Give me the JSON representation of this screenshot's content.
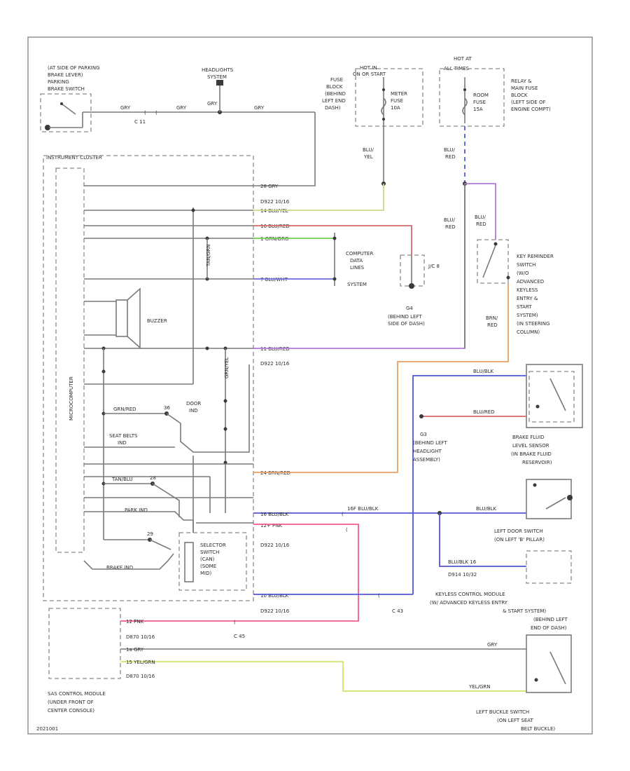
{
  "labels": {
    "parking_brake": [
      "(AT SIDE OF PARKING",
      "BRAKE LEVER)",
      "PARKING",
      "BRAKE SWITCH"
    ],
    "headlights": [
      "HEADLIGHTS",
      "SYSTEM"
    ],
    "hot_in_run_start": [
      "HOT IN",
      "ON OR START"
    ],
    "hot_at_all_times": [
      "HOT AT",
      "ALL TIMES"
    ],
    "fuse_block": [
      "FUSE",
      "BLOCK",
      "(BEHIND",
      "LEFT END",
      "DASH)"
    ],
    "meter_fuse": [
      "METER",
      "FUSE",
      "10A"
    ],
    "room_fuse": [
      "ROOM",
      "FUSE",
      "15A"
    ],
    "relay_block": [
      "RELAY &",
      "MAIN FUSE",
      "BLOCK",
      "(LEFT SIDE OF",
      "ENGINE COMPT)"
    ],
    "instrument_cluster": "INSTRUMENT CLUSTER",
    "buzzer": "BUZZER",
    "microcomputer": "MICROCOMPUTER",
    "computer_data_lines": [
      "COMPUTER",
      "DATA",
      "LINES",
      "SYSTEM"
    ],
    "ground_g4": [
      "G4",
      "(BEHIND LEFT",
      "SIDE OF DASH)"
    ],
    "jc_8": "J/C 8",
    "key_reminder": [
      "KEY REMINDER",
      "SWITCH",
      "(W/O",
      "ADVANCED",
      "KEYLESS",
      "ENTRY &",
      "START",
      "SYSTEM)",
      "(IN STEERING",
      "COLUMN)"
    ],
    "door_ind": [
      "DOOR",
      "IND"
    ],
    "seat_belts_ind": [
      "SEAT BELTS",
      "IND"
    ],
    "park_ind": "PARK IND",
    "brake_ind": "BRAKE IND",
    "selector_switch": [
      "SELECTOR",
      "SWITCH",
      "(CAN)",
      "(SOME",
      "MID)"
    ],
    "brake_fluid": [
      "BRAKE FLUID",
      "LEVEL SENSOR",
      "(IN BRAKE FLUID",
      "RESERVOIR)"
    ],
    "ground_g3": [
      "G3",
      "(BEHIND LEFT",
      "HEADLIGHT",
      "ASSEMBLY)"
    ],
    "left_door_switch": [
      "LEFT DOOR SWITCH",
      "(ON LEFT 'B' PILLAR)"
    ],
    "keyless_module": [
      "KEYLESS CONTROL MODULE",
      "(W/ ADVANCED KEYLESS ENTRY",
      "& START SYSTEM)",
      "(BEHIND LEFT",
      "END OF DASH)"
    ],
    "sas_module": [
      "SAS CONTROL MODULE",
      "(UNDER FRONT OF",
      "CENTER CONSOLE)"
    ],
    "left_buckle": [
      "LEFT BUCKLE SWITCH",
      "(ON LEFT SEAT",
      "BELT BUCKLE)"
    ],
    "footer_code": "2021001"
  },
  "wires": {
    "gry_a": "GRY",
    "gry_b": "GRY",
    "gry_c": "GRY",
    "gry_d": "GRY",
    "gry_e": "GRY",
    "blu_yel": [
      "BLU/",
      "YEL"
    ],
    "blu_red_1": [
      "BLU/",
      "RED"
    ],
    "blu_red_2": [
      "BLU/",
      "RED"
    ],
    "blu_red_3": [
      "BLU/",
      "RED"
    ],
    "brn_red": [
      "BRN/",
      "RED"
    ],
    "c11": "C 11",
    "c43": "C 43",
    "c45": "C 45",
    "p1": "28  GRY",
    "p1_conn": "D922 10/16",
    "p2": "14  BLU/YEL",
    "p3": "16  BLU/RED",
    "p4": "1  GRN/ORG",
    "p5": "7  BLU/WHT",
    "p6": "11  BLU/RED",
    "p6_conn": "D922 10/16",
    "p7": "24  BRN/RED",
    "p8": "16  BLU/BLK",
    "p8b": "16F  BLU/BLK",
    "p9": "12+  PNK",
    "p9_conn": "D922 10/16",
    "p10": "10  BLU/BLK",
    "p10_conn": "D922 10/16",
    "blu_blk_a": "BLU/BLK",
    "blu_red_b": "BLU/RED",
    "blu_blk_c": "BLU/BLK",
    "blu_blk_module": "BLU/BLK  16",
    "module_conn": "D914 10/32",
    "sas_pnk": "12  PNK",
    "sas_gry": "1a  GRY",
    "sas_yel": "15  YEL/GRN",
    "sas_conn_1": "D870 10/16",
    "sas_conn_2": "D870 10/16",
    "yel_grn": "YEL/GRN",
    "small_1": "TAN/GRN",
    "small_2": "GRN/YEL",
    "small_3": "GRN/RED",
    "small_4": "TAN/BLU",
    "num_36": "36",
    "num_28": "28",
    "num_29": "29"
  },
  "colors": {
    "gray_wire": "#7a7a7a",
    "blu_yel": "#c9d98a",
    "blu_red": "#d46a6a",
    "grn_org": "#6fcf4f",
    "blu_wht": "#6e6ee0",
    "violet": "#b07ad8",
    "brn_red": "#e8a060",
    "blu_blk": "#5454d4",
    "pnk": "#f25a86",
    "yel_grn": "#cfe86a"
  }
}
